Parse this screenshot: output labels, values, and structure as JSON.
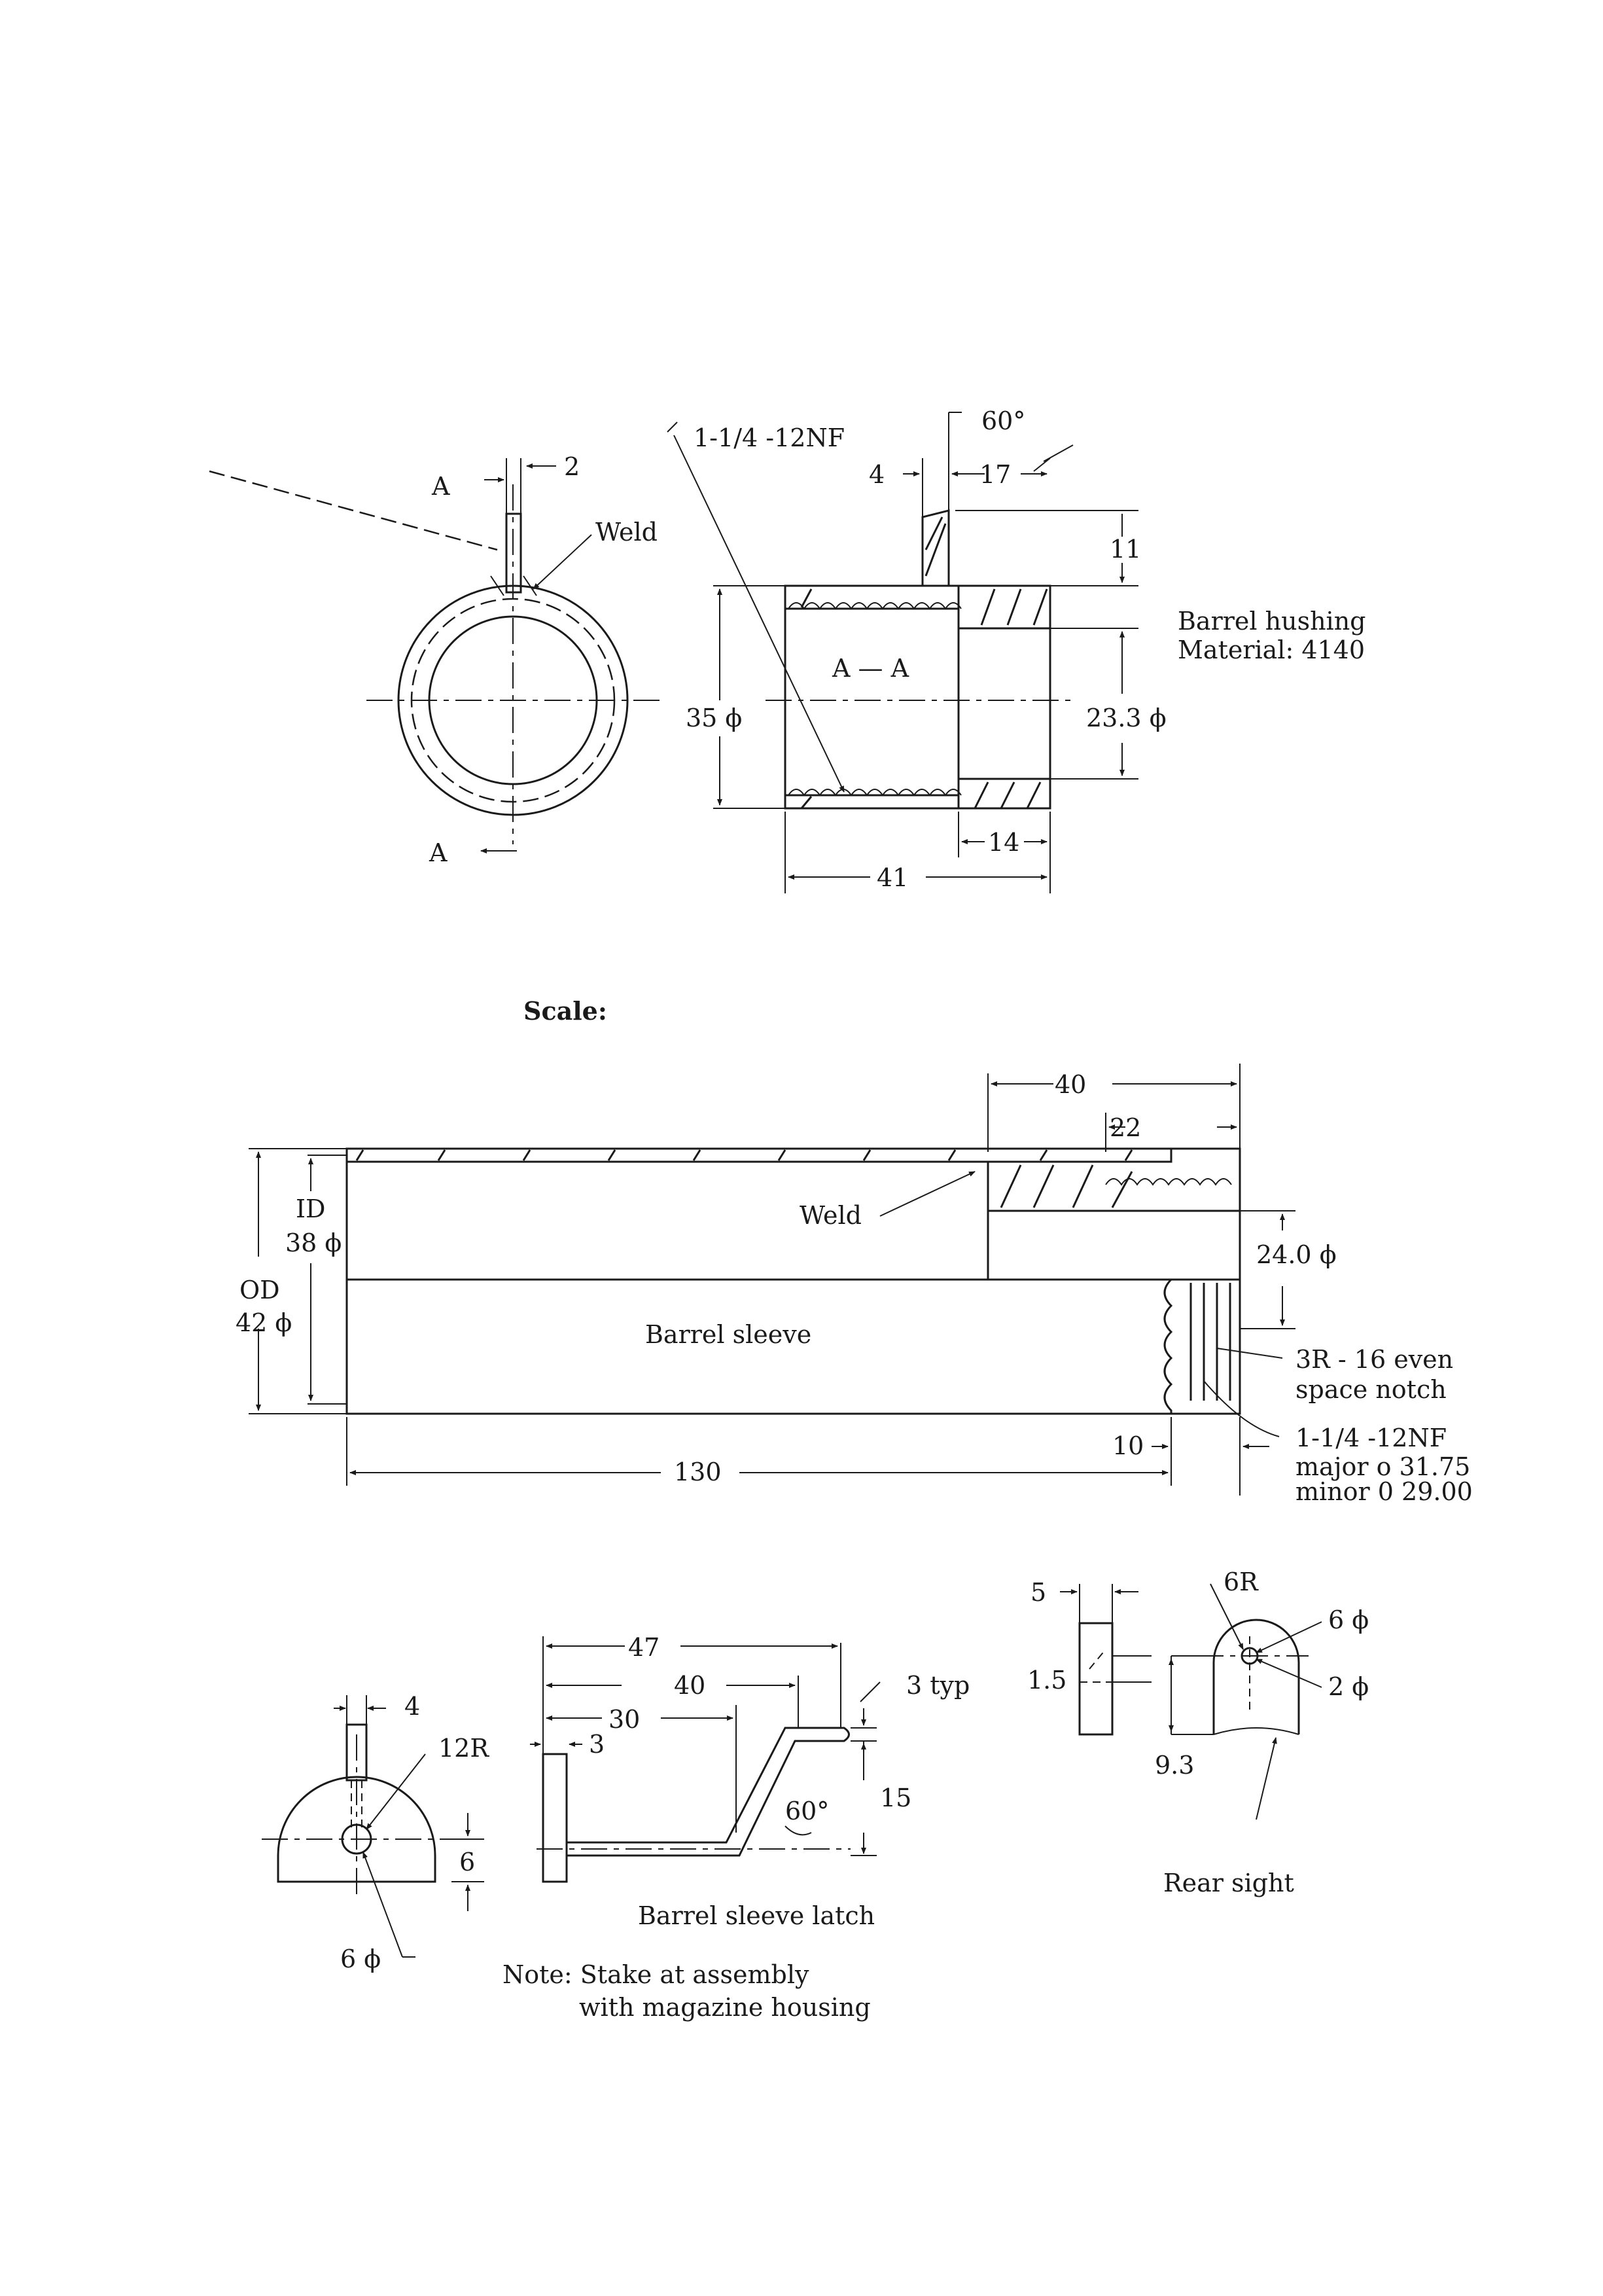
{
  "barrel_bushing": {
    "section_mark_top": "A",
    "section_mark_bottom": "A",
    "dim_slot": "2",
    "weld_label": "Weld",
    "thread_callout": "1-1/4 -12NF",
    "angle_label": "60°",
    "dim_4": "4",
    "dim_17": "17",
    "dim_11": "11",
    "section_label": "A — A",
    "dim_od": "35 ϕ",
    "dim_bore": "23.3 ϕ",
    "dim_14": "14",
    "dim_41": "41",
    "title": "Barrel  hushing",
    "material": "Material:  4140"
  },
  "scale_label": "Scale:",
  "barrel_sleeve": {
    "dim_40": "40",
    "dim_22": "22",
    "weld_label": "Weld",
    "id_label": "ID",
    "id_value": "38 ϕ",
    "od_label": "OD",
    "od_value": "42 ϕ",
    "dim_24": "24.0 ϕ",
    "title": "Barrel  sleeve",
    "notch_line1": "3R - 16 even",
    "notch_line2": "space notch",
    "thread_line1": "1-1/4 -12NF",
    "thread_line2": "major o 31.75",
    "thread_line3": "minor  0  29.00",
    "dim_10": "10",
    "dim_130": "130"
  },
  "latch": {
    "dim_4": "4",
    "dim_12r": "12R",
    "dim_6": "6",
    "dim_6phi": "6 ϕ",
    "dim_47": "47",
    "dim_40": "40",
    "dim_30": "30",
    "dim_3": "3",
    "dim_3typ": "3 typ",
    "dim_15": "15",
    "angle": "60°",
    "title": "Barrel  sleeve  latch",
    "note_line1": "Note:  Stake  at  assembly",
    "note_line2": "with  magazine  housing"
  },
  "rear_sight": {
    "dim_5": "5",
    "dim_6r": "6R",
    "dim_6phi": "6 ϕ",
    "dim_1_5": "1.5",
    "dim_2phi": "2 ϕ",
    "dim_9_3": "9.3",
    "title": "Rear  sight"
  }
}
